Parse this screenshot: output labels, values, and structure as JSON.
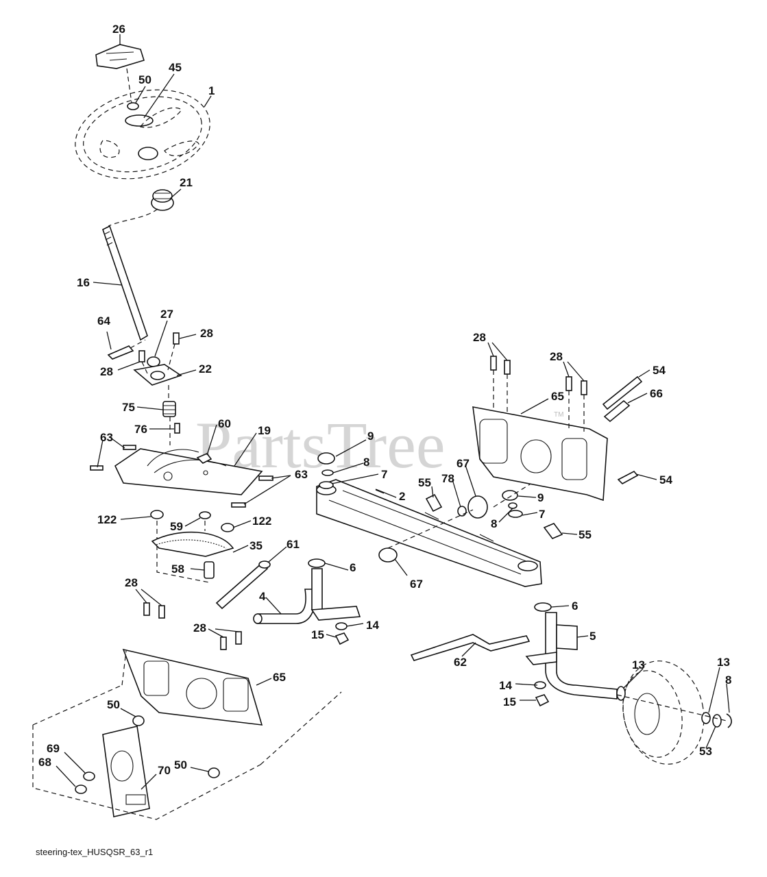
{
  "watermark": {
    "text": "PartsTree",
    "tm": "TM"
  },
  "caption": "steering-tex_HUSQSR_63_r1",
  "callouts": [
    {
      "id": "c26",
      "text": "26"
    },
    {
      "id": "c45",
      "text": "45"
    },
    {
      "id": "c50a",
      "text": "50"
    },
    {
      "id": "c1",
      "text": "1"
    },
    {
      "id": "c21",
      "text": "21"
    },
    {
      "id": "c16",
      "text": "16"
    },
    {
      "id": "c27",
      "text": "27"
    },
    {
      "id": "c64",
      "text": "64"
    },
    {
      "id": "c28a",
      "text": "28"
    },
    {
      "id": "c28b",
      "text": "28"
    },
    {
      "id": "c22",
      "text": "22"
    },
    {
      "id": "c75",
      "text": "75"
    },
    {
      "id": "c76",
      "text": "76"
    },
    {
      "id": "c63a",
      "text": "63"
    },
    {
      "id": "c60",
      "text": "60"
    },
    {
      "id": "c19",
      "text": "19"
    },
    {
      "id": "c63b",
      "text": "63"
    },
    {
      "id": "c122a",
      "text": "122"
    },
    {
      "id": "c59",
      "text": "59"
    },
    {
      "id": "c122b",
      "text": "122"
    },
    {
      "id": "c35",
      "text": "35"
    },
    {
      "id": "c58",
      "text": "58"
    },
    {
      "id": "c61",
      "text": "61"
    },
    {
      "id": "c28c",
      "text": "28"
    },
    {
      "id": "c28d",
      "text": "28"
    },
    {
      "id": "c65a",
      "text": "65"
    },
    {
      "id": "c50b",
      "text": "50"
    },
    {
      "id": "c50c",
      "text": "50"
    },
    {
      "id": "c69",
      "text": "69"
    },
    {
      "id": "c68",
      "text": "68"
    },
    {
      "id": "c70",
      "text": "70"
    },
    {
      "id": "c28e",
      "text": "28"
    },
    {
      "id": "c28f",
      "text": "28"
    },
    {
      "id": "c54a",
      "text": "54"
    },
    {
      "id": "c65b",
      "text": "65"
    },
    {
      "id": "c66",
      "text": "66"
    },
    {
      "id": "c54b",
      "text": "54"
    },
    {
      "id": "c9a",
      "text": "9"
    },
    {
      "id": "c8a",
      "text": "8"
    },
    {
      "id": "c7a",
      "text": "7"
    },
    {
      "id": "c2",
      "text": "2"
    },
    {
      "id": "c55a",
      "text": "55"
    },
    {
      "id": "c78",
      "text": "78"
    },
    {
      "id": "c67a",
      "text": "67"
    },
    {
      "id": "c9b",
      "text": "9"
    },
    {
      "id": "c8b",
      "text": "8"
    },
    {
      "id": "c7b",
      "text": "7"
    },
    {
      "id": "c55b",
      "text": "55"
    },
    {
      "id": "c6a",
      "text": "6"
    },
    {
      "id": "c67b",
      "text": "67"
    },
    {
      "id": "c4",
      "text": "4"
    },
    {
      "id": "c14a",
      "text": "14"
    },
    {
      "id": "c15a",
      "text": "15"
    },
    {
      "id": "c6b",
      "text": "6"
    },
    {
      "id": "c5",
      "text": "5"
    },
    {
      "id": "c62",
      "text": "62"
    },
    {
      "id": "c13a",
      "text": "13"
    },
    {
      "id": "c13b",
      "text": "13"
    },
    {
      "id": "c8c",
      "text": "8"
    },
    {
      "id": "c14b",
      "text": "14"
    },
    {
      "id": "c15b",
      "text": "15"
    },
    {
      "id": "c53",
      "text": "53"
    }
  ]
}
